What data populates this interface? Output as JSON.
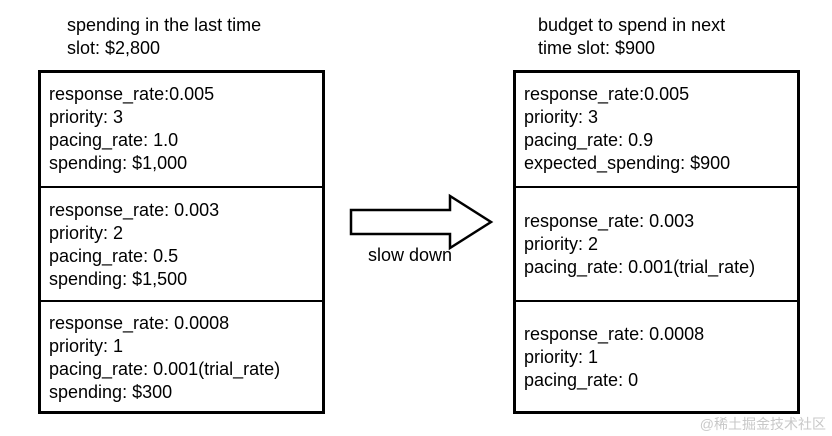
{
  "left": {
    "caption": "spending in the last time\nslot: $2,800",
    "cells": [
      [
        "response_rate:0.005",
        "priority: 3",
        "pacing_rate: 1.0",
        "spending: $1,000"
      ],
      [
        "response_rate: 0.003",
        "priority: 2",
        "pacing_rate: 0.5",
        "spending: $1,500"
      ],
      [
        "response_rate: 0.0008",
        "priority: 1",
        "pacing_rate: 0.001(trial_rate)",
        "spending: $300"
      ]
    ]
  },
  "arrow": {
    "label": "slow down"
  },
  "right": {
    "caption": "budget to spend in next\ntime slot: $900",
    "cells": [
      [
        "response_rate:0.005",
        "priority: 3",
        "pacing_rate: 0.9",
        "expected_spending: $900"
      ],
      [
        "response_rate: 0.003",
        "priority: 2",
        "pacing_rate: 0.001(trial_rate)"
      ],
      [
        "response_rate: 0.0008",
        "priority: 1",
        "pacing_rate: 0"
      ]
    ]
  },
  "watermark": "@稀土掘金技术社区"
}
